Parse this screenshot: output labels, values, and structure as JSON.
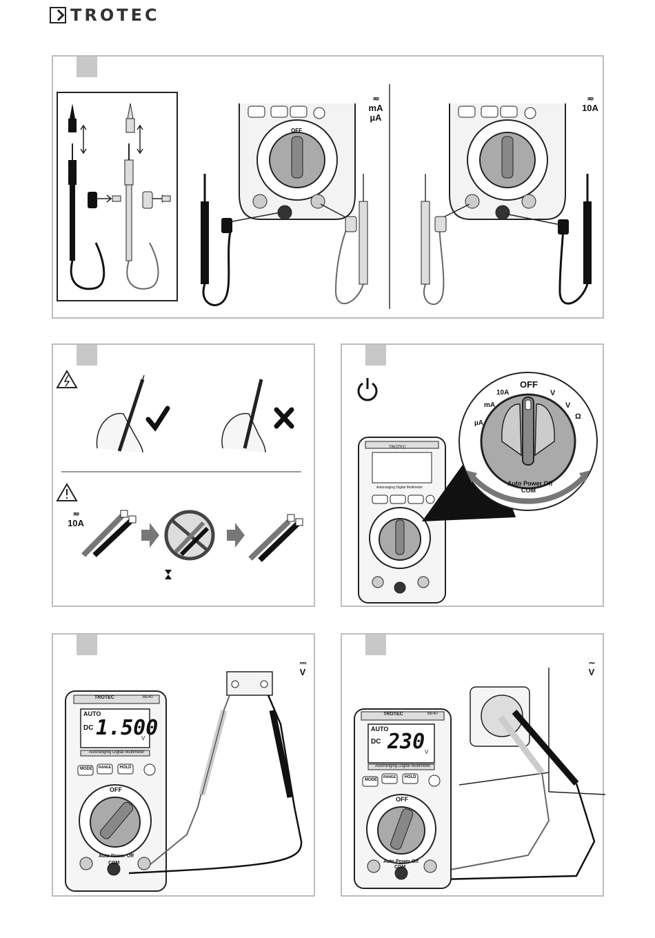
{
  "brand": {
    "name": "TROTEC"
  },
  "meter": {
    "brand": "TROTEC",
    "model": "BE40",
    "subtitle": "Autoranging Digital Multimeter",
    "buttons": [
      "MODE",
      "RANGE",
      "HOLD"
    ],
    "dial_off": "OFF",
    "dial_auto": "Auto Power Off",
    "dial_com": "COM",
    "dial_10a": "10A",
    "dial_ma": "mA",
    "dial_ua": "µA",
    "dial_v": "V",
    "dial_ohm": "Ω",
    "jack_10a": "10A",
    "display_auto": "AUTO",
    "display_dc": "DC",
    "display_unit": "V"
  },
  "panel1": {
    "label_left_current": "mA",
    "label_left_micro": "µA",
    "label_right_current": "10A"
  },
  "panel2": {
    "label_current": "10A"
  },
  "panel4": {
    "display_value": "1.500",
    "label_mode": "V"
  },
  "panel5": {
    "display_value": "230",
    "label_mode": "V"
  }
}
